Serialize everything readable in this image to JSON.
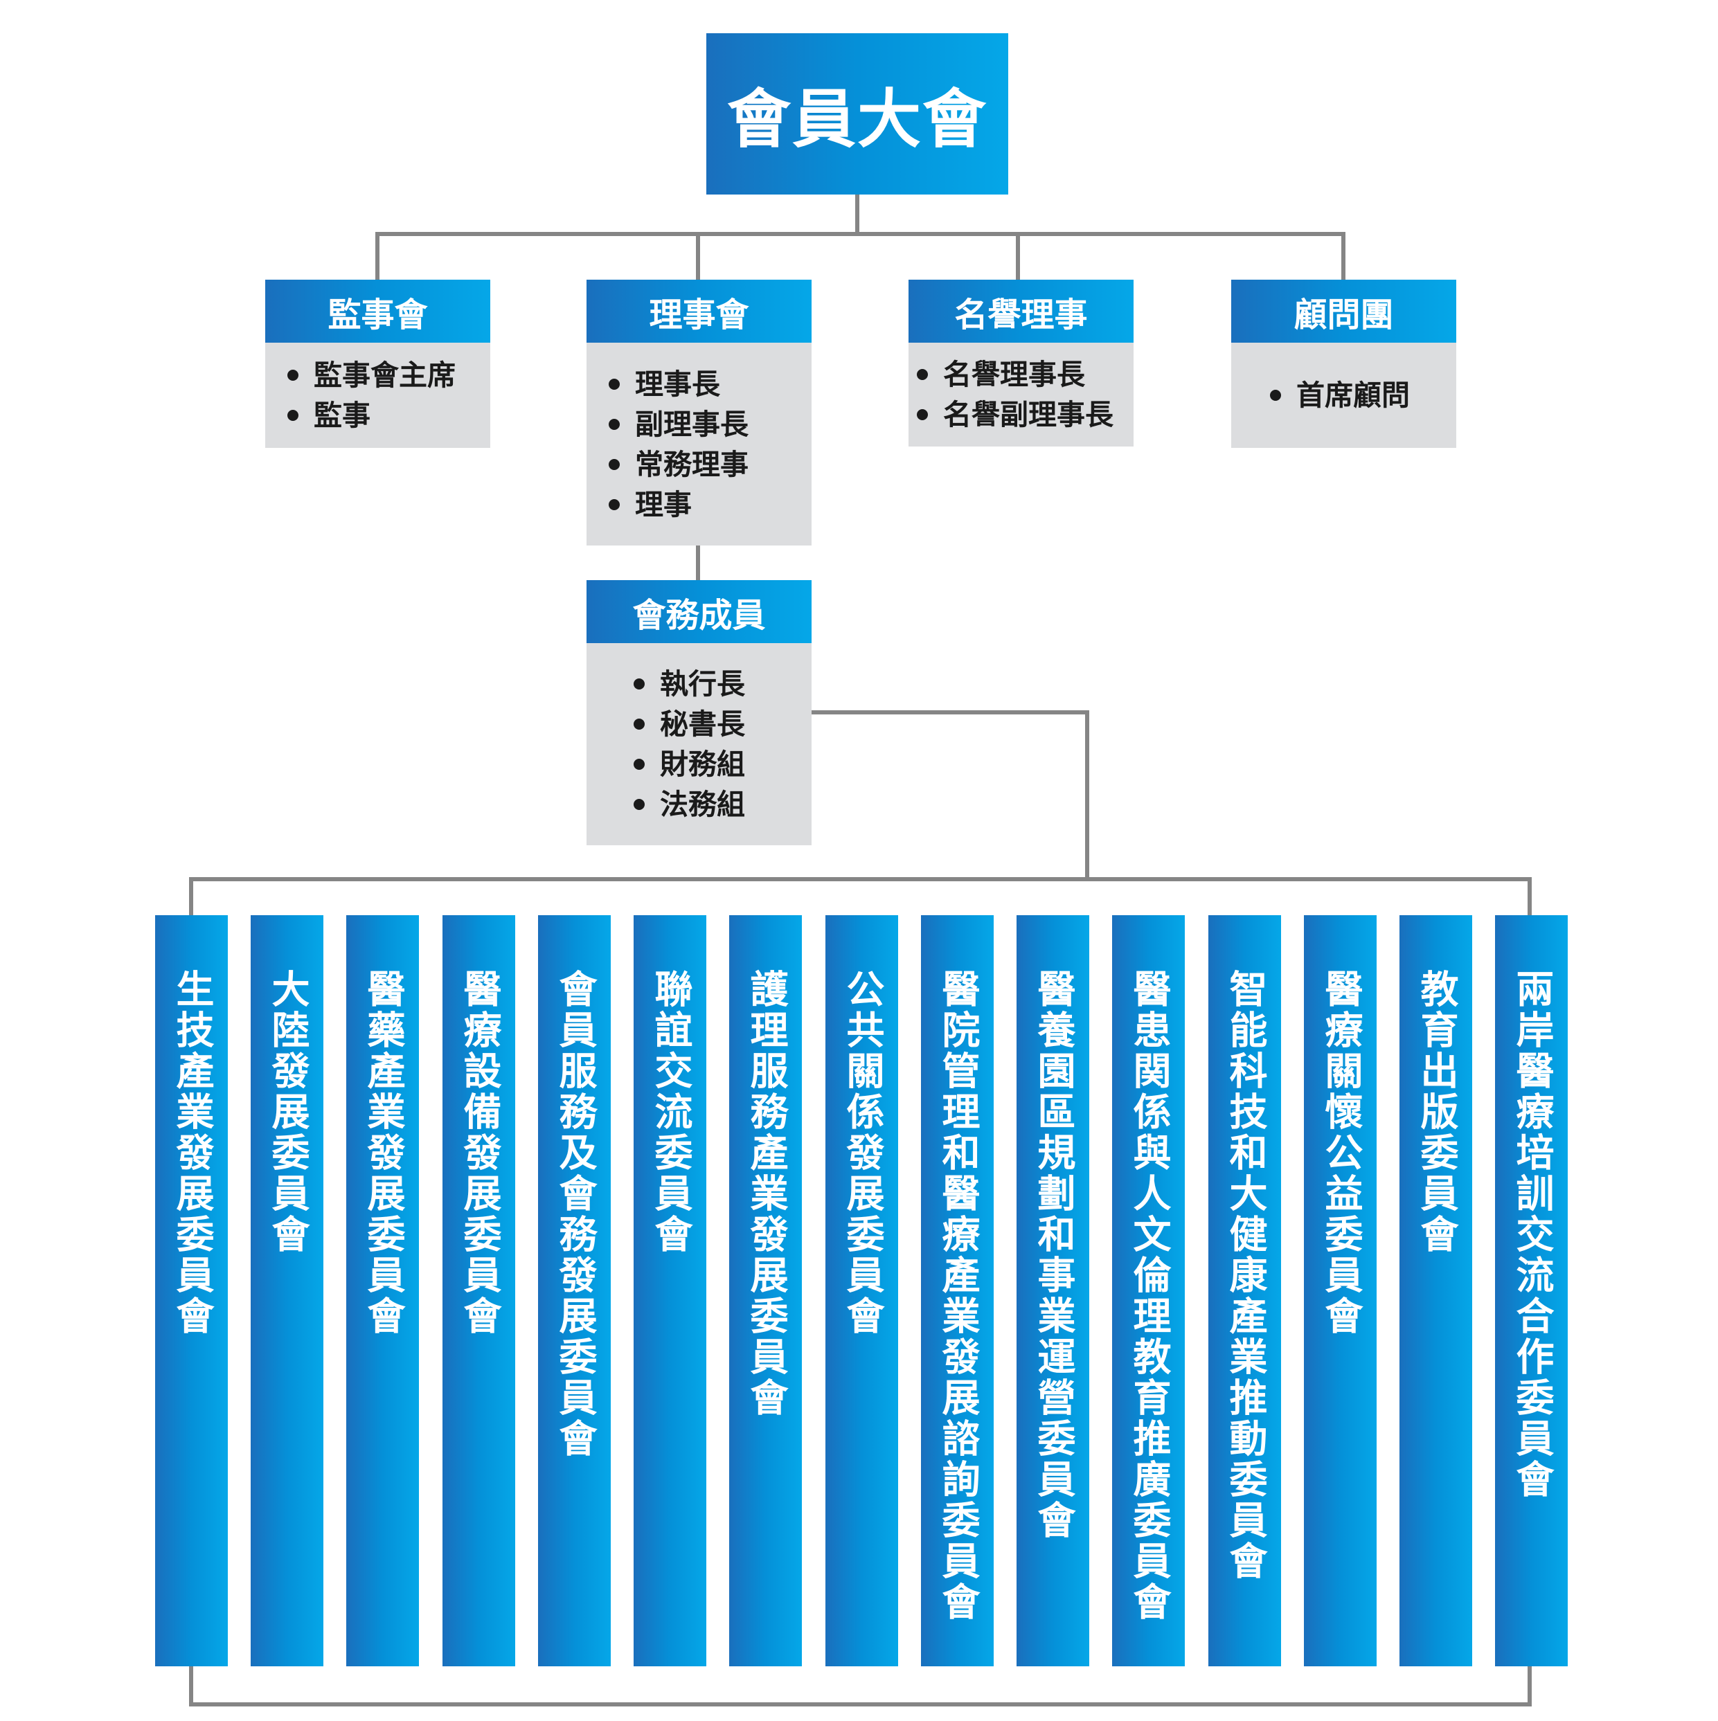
{
  "general_assembly": {
    "title": "會員大會"
  },
  "branches": [
    {
      "title": "監事會",
      "items": [
        "監事會主席",
        "監事"
      ]
    },
    {
      "title": "理事會",
      "items": [
        "理事長",
        "副理事長",
        "常務理事",
        "理事"
      ]
    },
    {
      "title": "名譽理事",
      "items": [
        "名譽理事長",
        "名譽副理事長"
      ]
    },
    {
      "title": "顧問團",
      "items": [
        "首席顧問"
      ]
    }
  ],
  "secretariat": {
    "title": "會務成員",
    "items": [
      "執行長",
      "秘書長",
      "財務組",
      "法務組"
    ]
  },
  "committees": [
    "生技產業發展委員會",
    "大陸發展委員會",
    "醫藥產業發展委員會",
    "醫療設備發展委員會",
    "會員服務及會務發展委員會",
    "聯誼交流委員會",
    "護理服務產業發展委員會",
    "公共關係發展委員會",
    "醫院管理和醫療產業發展諮詢委員會",
    "醫養園區規劃和事業運營委員會",
    "醫患関係與人文倫理教育推廣委員會",
    "智能科技和大健康產業推動委員會",
    "醫療關懷公益委員會",
    "教育出版委員會",
    "兩岸醫療培訓交流合作委員會"
  ],
  "colors": {
    "box_dark": "#1a6fbd",
    "box_light": "#05a7e8",
    "list_bg": "#dcdddf",
    "connector": "#858585"
  }
}
